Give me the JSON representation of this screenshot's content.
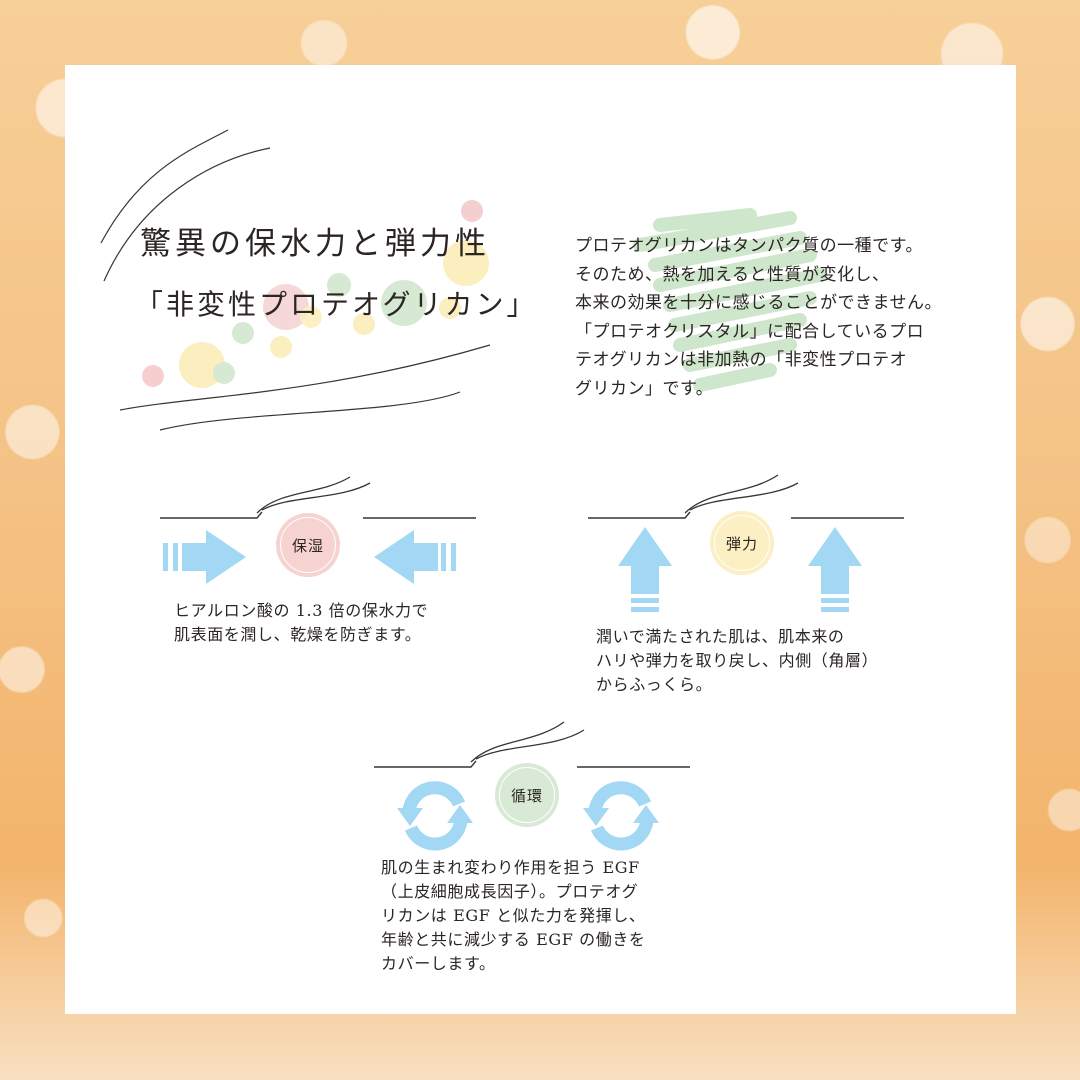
{
  "header": {
    "title_line1": "驚異の保水力と弾力性",
    "title_line2": "「非変性プロテオグリカン」"
  },
  "description": {
    "lines": [
      "プロテオグリカンはタンパク質の一種です。",
      "そのため、熱を加えると性質が変化し、",
      "本来の効果を十分に感じることができません。",
      "「プロテオクリスタル」に配合しているプロ",
      "テオグリカンは非加熱の「非変性プロテオ",
      "グリカン」です。"
    ]
  },
  "features": [
    {
      "badge": "保湿",
      "badge_color": "#f6d3d0",
      "icon": "inward-arrows-icon",
      "caption": [
        "ヒアルロン酸の 1.3 倍の保水力で",
        "肌表面を潤し、乾燥を防ぎます。"
      ]
    },
    {
      "badge": "弾力",
      "badge_color": "#fcefc4",
      "icon": "upward-arrows-icon",
      "caption": [
        "潤いで満たされた肌は、肌本来の",
        "ハリや弾力を取り戻し、内側（角層）",
        "からふっくら。"
      ]
    },
    {
      "badge": "循環",
      "badge_color": "#d8ead6",
      "icon": "cycle-arrows-icon",
      "caption": [
        "肌の生まれ変わり作用を担う EGF",
        "（上皮細胞成長因子）。プロテオグ",
        "リカンは EGF と似た力を発揮し、",
        "年齢と共に減少する EGF の働きを",
        "カバーします。"
      ]
    }
  ],
  "colors": {
    "arrow_blue": "#a3d8f4",
    "text": "#2b2523",
    "panel": "#ffffff",
    "background_orange": "#f4c285",
    "accent_pink": "#f4c6c8",
    "accent_yellow": "#fbecb4",
    "accent_green": "#cfe6cc"
  }
}
